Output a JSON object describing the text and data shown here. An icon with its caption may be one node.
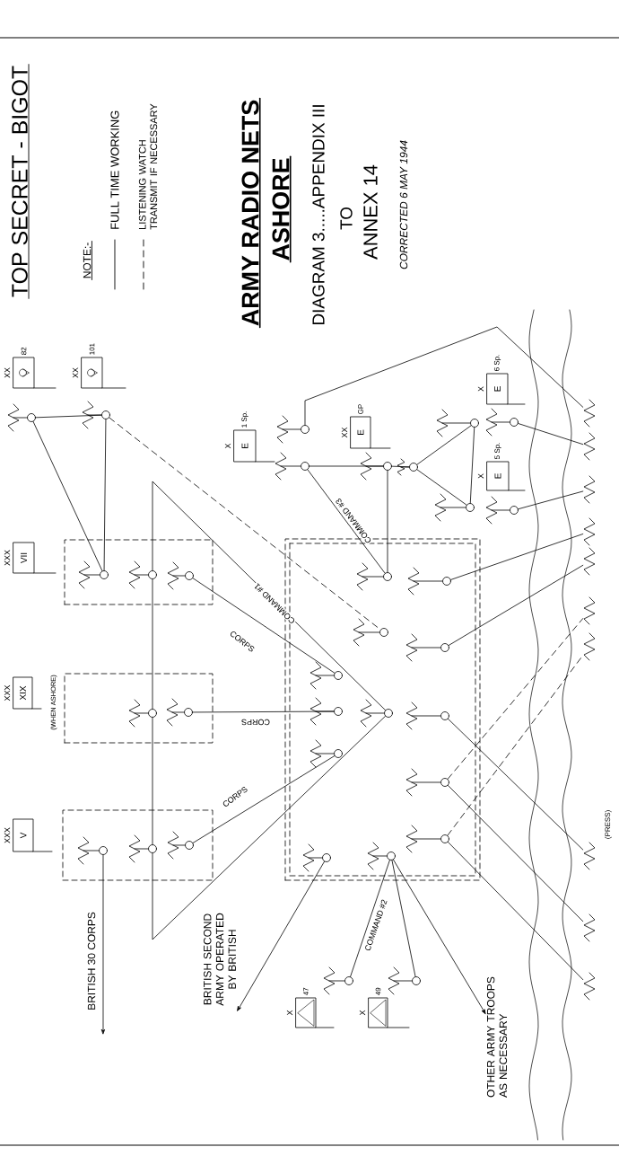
{
  "diagram": {
    "nodes": [
      {
        "text": [
          "XX",
          "82"
        ]
      },
      {
        "text": [
          "XX",
          "101"
        ]
      },
      {
        "text": [
          "XXX",
          "VII"
        ]
      },
      {
        "text": [
          "XXX",
          "XIX"
        ],
        "beside": [
          "(WHEN ASHORE)"
        ]
      },
      {
        "text": [
          "XXX",
          "V"
        ]
      },
      {
        "text": [],
        "shape": "box"
      },
      {
        "text": [],
        "shape": "box"
      },
      {
        "text": [],
        "shape": "box"
      },
      {
        "text": [],
        "shape": "box"
      },
      {
        "text": [],
        "shape": "circle"
      },
      {
        "text": [],
        "shape": "circle"
      },
      {
        "text": [],
        "shape": "circle",
        "in": 5
      },
      {
        "text": [],
        "shape": "circle",
        "in": 5
      },
      {
        "text": [],
        "shape": "circle",
        "in": 5
      },
      {
        "text": [],
        "shape": "circle",
        "in": 6
      },
      {
        "text": [],
        "shape": "circle",
        "in": 6
      },
      {
        "text": [],
        "shape": "circle",
        "in": 7
      },
      {
        "text": [],
        "shape": "circle",
        "in": 7
      },
      {
        "text": [],
        "shape": "circle",
        "in": 7
      },
      {
        "text": [],
        "shape": "circle",
        "in": 8
      },
      {
        "text": [],
        "shape": "circle",
        "in": 8
      },
      {
        "text": [],
        "shape": "circle",
        "in": 8
      },
      {
        "text": [],
        "shape": "circle",
        "in": 8
      },
      {
        "text": [],
        "shape": "circle",
        "in": 8
      },
      {
        "text": [],
        "shape": "circle",
        "in": 8
      },
      {
        "text": [],
        "shape": "circle",
        "in": 8
      },
      {
        "text": [],
        "shape": "circle",
        "in": 8
      },
      {
        "text": [],
        "shape": "circle",
        "in": 8
      },
      {
        "text": [],
        "shape": "circle",
        "in": 8
      },
      {
        "text": [],
        "shape": "circle",
        "in": 8
      },
      {
        "text": [],
        "shape": "circle",
        "in": 8
      },
      {
        "text": [],
        "shape": "circle",
        "in": 8
      },
      {
        "text": [
          "X",
          "E",
          "1 Sp."
        ]
      },
      {
        "text": [
          "XX",
          "E",
          "GP"
        ]
      },
      {
        "text": [
          "X",
          "E",
          "6 Sp."
        ]
      },
      {
        "text": [
          "X",
          "E",
          "5 Sp."
        ]
      },
      {
        "text": [],
        "shape": "circle"
      },
      {
        "text": [],
        "shape": "circle"
      },
      {
        "text": [],
        "shape": "circle"
      },
      {
        "text": [],
        "shape": "circle"
      },
      {
        "text": [],
        "shape": "circle"
      },
      {
        "text": [],
        "shape": "circle"
      },
      {
        "text": [],
        "shape": "circle"
      },
      {
        "text": [],
        "shape": "circle"
      },
      {
        "text": [],
        "shape": "zigzag"
      },
      {
        "text": [],
        "shape": "zigzag"
      },
      {
        "text": [],
        "shape": "zigzag"
      },
      {
        "text": [],
        "shape": "zigzag"
      },
      {
        "text": [],
        "shape": "zigzag"
      },
      {
        "text": [],
        "shape": "zigzag"
      },
      {
        "text": [],
        "shape": "zigzag"
      },
      {
        "text": [],
        "shape": "zigzag",
        "beside": [
          "(PRESS)"
        ]
      },
      {
        "text": [],
        "shape": "zigzag"
      },
      {
        "text": [],
        "shape": "zigzag"
      },
      {
        "text": [
          "X",
          "47"
        ]
      },
      {
        "text": [
          "X",
          "49"
        ]
      },
      {
        "text": [],
        "shape": "circle"
      },
      {
        "text": [],
        "shape": "circle"
      },
      {
        "text": [
          "BRITISH SECOND ARMY OPERATED BY BRITISH"
        ]
      },
      {
        "text": [
          "OTHER ARMY TROOPS AS NECESSARY"
        ]
      }
    ],
    "edges": [
      {
        "from": 9,
        "to": 10,
        "arrow": "none"
      },
      {
        "from": 9,
        "to": 11,
        "arrow": "none"
      },
      {
        "from": 10,
        "to": 11,
        "arrow": "none"
      },
      {
        "from": 10,
        "to": 19,
        "arrow": "none",
        "style": "dashed"
      },
      {
        "from": 23,
        "to": 12,
        "arrow": "none",
        "label": "COMMAND #1"
      },
      {
        "from": 12,
        "to": 14,
        "arrow": "none"
      },
      {
        "from": 14,
        "to": 17,
        "arrow": "none"
      },
      {
        "from": 17,
        "to": 23,
        "arrow": "none"
      },
      {
        "from": 13,
        "to": 20,
        "arrow": "none",
        "label": "CORPS"
      },
      {
        "from": 15,
        "to": 21,
        "arrow": "none",
        "label": "CORPS"
      },
      {
        "from": 18,
        "to": 22,
        "arrow": "none",
        "label": "CORPS"
      },
      {
        "from": 16,
        "to": null,
        "arrow": "to",
        "label": "BRITISH 30 CORPS"
      },
      {
        "from": 30,
        "to": 58,
        "arrow": "to"
      },
      {
        "from": 31,
        "to": 59,
        "arrow": "to"
      },
      {
        "from": 31,
        "to": 56,
        "arrow": "none",
        "label": "COMMAND #2"
      },
      {
        "from": 31,
        "to": 57,
        "arrow": "none"
      },
      {
        "from": 37,
        "to": 24,
        "arrow": "none",
        "label": "COMMAND #3"
      },
      {
        "from": 38,
        "to": 24,
        "arrow": "none"
      },
      {
        "from": 37,
        "to": 38,
        "arrow": "none"
      },
      {
        "from": 38,
        "to": 39,
        "arrow": "none"
      },
      {
        "from": 39,
        "to": 40,
        "arrow": "none"
      },
      {
        "from": 39,
        "to": 41,
        "arrow": "none"
      },
      {
        "from": 40,
        "to": 41,
        "arrow": "none"
      },
      {
        "from": 36,
        "to": 44,
        "arrow": "none"
      },
      {
        "from": 42,
        "to": 45,
        "arrow": "none"
      },
      {
        "from": 43,
        "to": 46,
        "arrow": "none"
      },
      {
        "from": 25,
        "to": 47,
        "arrow": "none"
      },
      {
        "from": 26,
        "to": 48,
        "arrow": "none"
      },
      {
        "from": 28,
        "to": 49,
        "arrow": "none",
        "style": "dashed"
      },
      {
        "from": 29,
        "to": 50,
        "arrow": "none",
        "style": "dashed"
      },
      {
        "from": 27,
        "to": 51,
        "arrow": "none"
      },
      {
        "from": 28,
        "to": 52,
        "arrow": "none"
      },
      {
        "from": 29,
        "to": 53,
        "arrow": "none"
      }
    ],
    "labels": [
      "TOP SECRET - BIGOT",
      "NOTE:-",
      "ARMY RADIO NETS",
      "ASHORE",
      "DIAGRAM 3.....APPENDIX III",
      "TO",
      "ANNEX 14",
      "CORRECTED 6 MAY 1944"
    ],
    "legend": [
      {
        "text": "FULL TIME WORKING"
      },
      {
        "text": "LISTENING WATCH TRANSMIT IF NECESSARY"
      }
    ]
  }
}
